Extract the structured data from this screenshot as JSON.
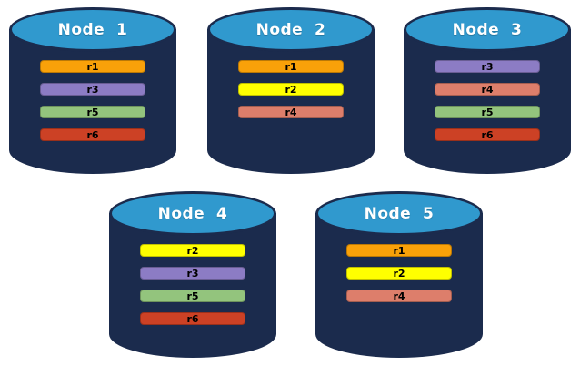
{
  "diagram": {
    "background": "#FFFFFF",
    "colors": {
      "cylinder_body": "#1B2B4D",
      "cylinder_top": "#3099CE",
      "node_label_text": "#FFFFFF",
      "bar_text": "#000000",
      "replica_colors": {
        "r1": "#F9A109",
        "r2": "#FFFF00",
        "r3": "#8C7CC4",
        "r4": "#DD7E6B",
        "r5": "#93C47D",
        "r6": "#CC4125"
      }
    },
    "nodes": [
      {
        "label": "Node  1",
        "replicas": [
          "r1",
          "r3",
          "r5",
          "r6"
        ]
      },
      {
        "label": "Node  2",
        "replicas": [
          "r1",
          "r2",
          "r4"
        ]
      },
      {
        "label": "Node  3",
        "replicas": [
          "r3",
          "r4",
          "r5",
          "r6"
        ]
      },
      {
        "label": "Node  4",
        "replicas": [
          "r2",
          "r3",
          "r5",
          "r6"
        ]
      },
      {
        "label": "Node  5",
        "replicas": [
          "r1",
          "r2",
          "r4"
        ]
      }
    ]
  }
}
